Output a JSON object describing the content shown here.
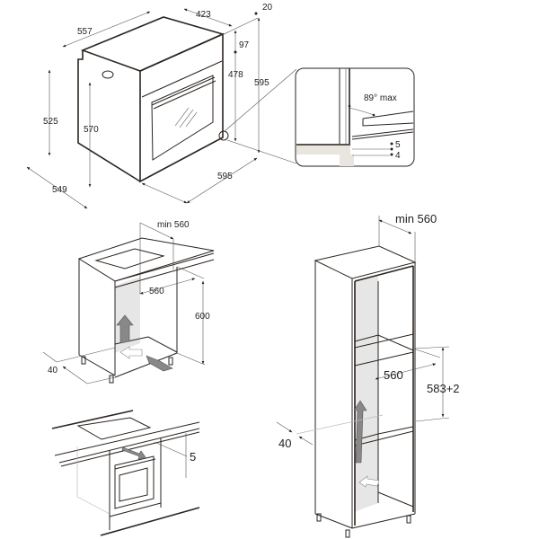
{
  "oven_dimensions": {
    "top_depth": "557",
    "top_width_back": "423",
    "front_offset": "20",
    "panel_height": "97",
    "door_height": "478",
    "total_height": "595",
    "side_height": "525",
    "body_height": "570",
    "overall_depth": "549",
    "front_width": "595"
  },
  "detail_inset": {
    "angle_label": "89° max",
    "gap_upper": "5",
    "gap_lower": "4"
  },
  "under_counter": {
    "min_depth": "min 560",
    "niche_width": "560",
    "niche_height": "600",
    "rear_gap": "40"
  },
  "hob_clearance": {
    "gap": "5"
  },
  "tall_cabinet": {
    "min_depth": "min 560",
    "niche_width": "560",
    "niche_height": "583+2",
    "rear_gap": "40"
  }
}
